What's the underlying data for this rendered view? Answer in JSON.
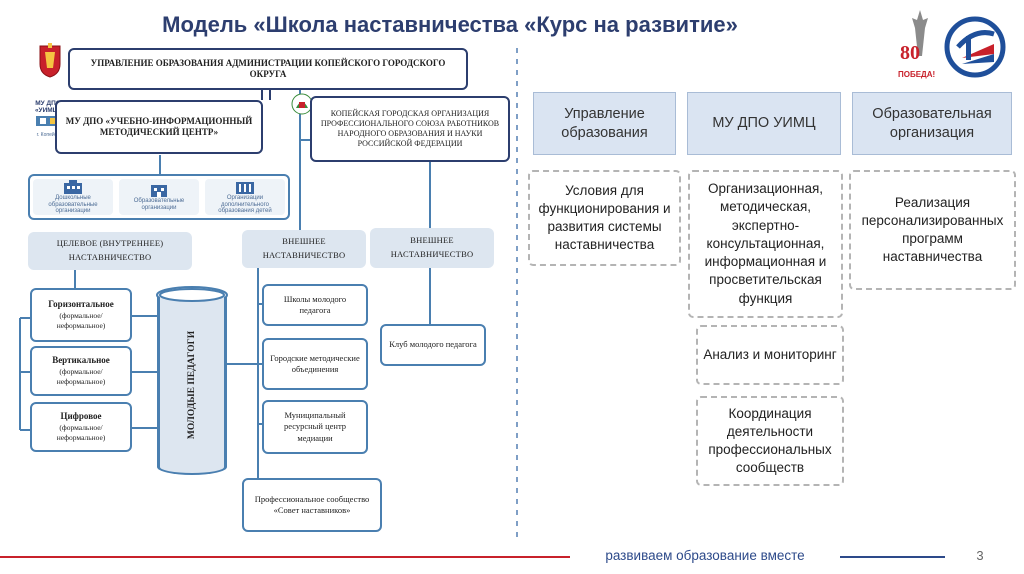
{
  "title": "Модель «Школа наставничества «Курс на развитие»",
  "left": {
    "admin": "УПРАВЛЕНИЕ ОБРАЗОВАНИЯ АДМИНИСТРАЦИИ КОПЕЙСКОГО ГОРОДСКОГО ОКРУГА",
    "mudpo_logo_label": "МУ ДПО «УИМЦ»",
    "mudpo_logo_sub": "г. Копейск",
    "umc": "МУ ДПО «УЧЕБНО-ИНФОРМАЦИОННЫЙ МЕТОДИЧЕСКИЙ ЦЕНТР»",
    "union": "КОПЕЙСКАЯ ГОРОДСКАЯ ОРГАНИЗАЦИЯ ПРОФЕССИОНАЛЬНОГО СОЮЗА РАБОТНИКОВ НАРОДНОГО ОБРАЗОВАНИЯ И НАУКИ РОССИЙСКОЙ ФЕДЕРАЦИИ",
    "orgs": [
      "Дошкольные образовательные организации",
      "Образовательные организации",
      "Организации дополнительного образования детей"
    ],
    "target": "ЦЕЛЕВОЕ (ВНУТРЕННЕЕ) НАСТАВНИЧЕСТВО",
    "external1": "ВНЕШНЕЕ НАСТАВНИЧЕСТВО",
    "external2": "ВНЕШНЕЕ НАСТАВНИЧЕСТВО",
    "horizontal_title": "Горизонтальное",
    "horizontal_sub": "(формальное/неформальное)",
    "vertical_title": "Вертикальное",
    "vertical_sub": "(формальное/неформальное)",
    "digital_title": "Цифровое",
    "digital_sub": "(формальное/неформальное)",
    "cylinder": "МОЛОДЫЕ ПЕДАГОГИ",
    "school": "Школы молодого педагога",
    "methodical": "Городские методические объединения",
    "resource": "Муниципальный ресурсный центр медиации",
    "club": "Клуб молодого педагога",
    "council": "Профессиональное сообщество «Совет наставников»"
  },
  "right": {
    "headers": [
      "Управление образования",
      "МУ ДПО УИМЦ",
      "Образовательная организация"
    ],
    "col1": "Условия для функционирования и развития системы наставничества",
    "col2a": "Организационная, методическая, экспертно-консультационная, информационная и просветительская функция",
    "col2b": "Анализ и мониторинг",
    "col2c": "Координация деятельности профессиональных сообществ",
    "col3": "Реализация персонализированных программ наставничества"
  },
  "logo_80": "80",
  "logo_pobeda": "ПОБЕДА!",
  "footer": "развиваем образование вместе",
  "page": "3",
  "colors": {
    "navy": "#2c3e6e",
    "blue": "#4a7fb0",
    "band": "#dde6f0",
    "title": "#2d3e6f",
    "header_fill": "#dae4f2"
  }
}
